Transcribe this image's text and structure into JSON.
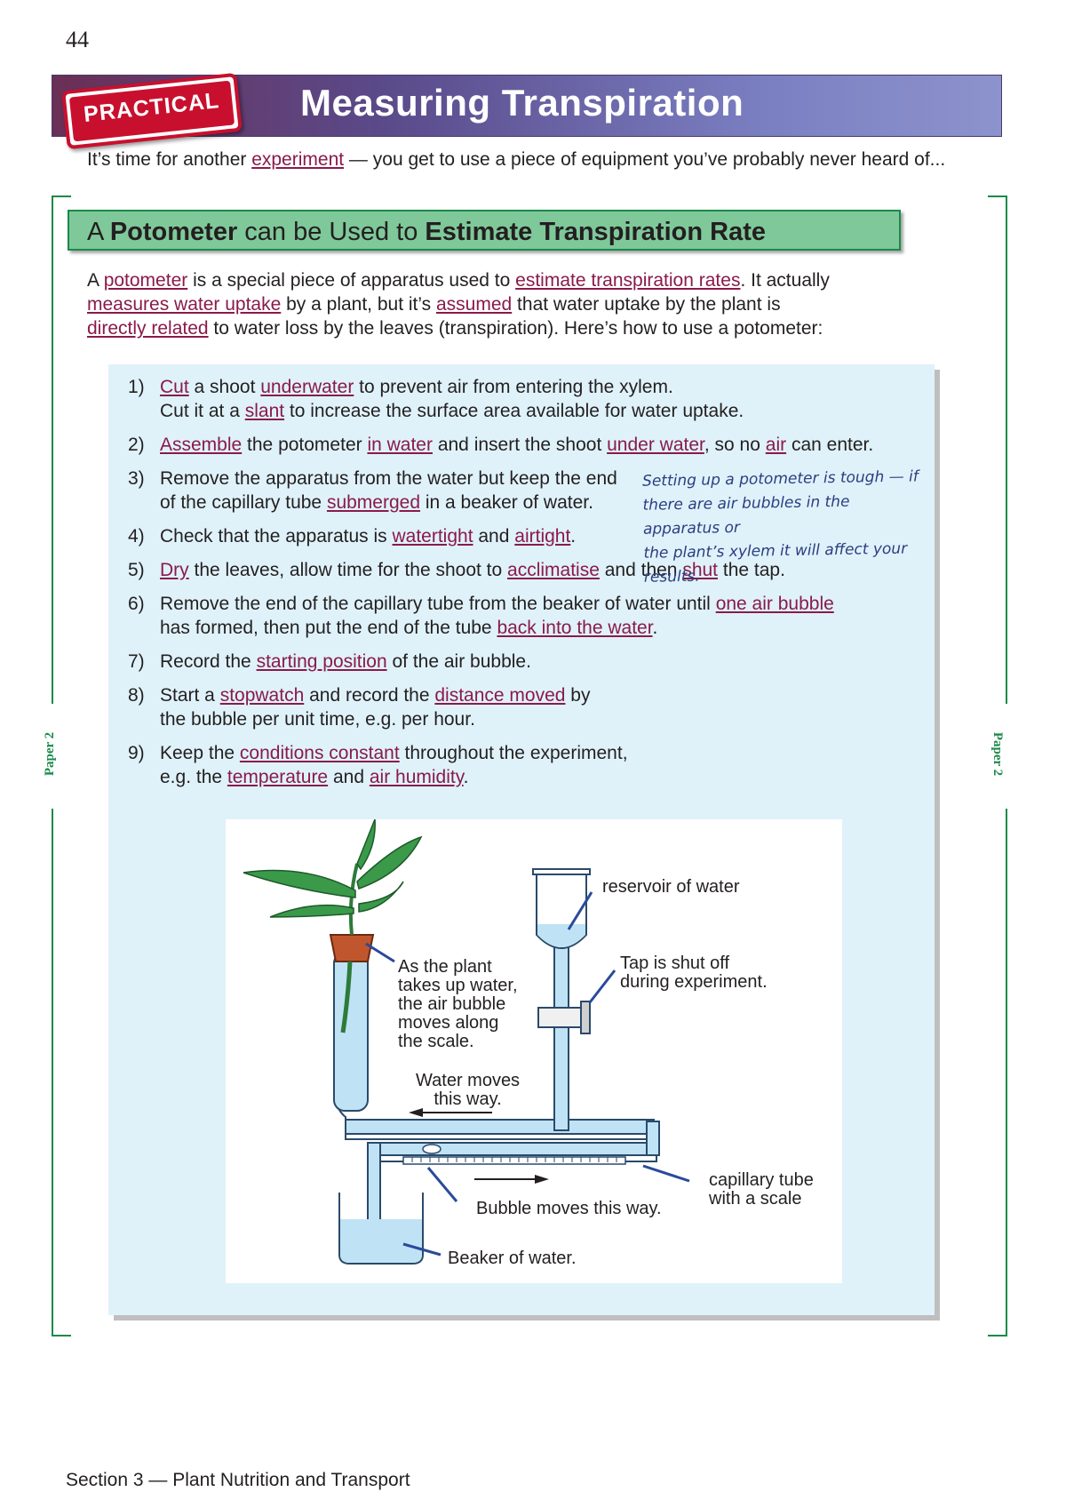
{
  "page_number": "44",
  "badge": "PRACTICAL",
  "title": "Measuring Transpiration",
  "intro": {
    "before": "It’s time for another ",
    "link": "experiment",
    "after": " — you get to use a piece of equipment you’ve probably never heard of..."
  },
  "side_label": "Paper 2",
  "heading": {
    "p1": "A ",
    "b1": "Potometer",
    "p2": " can be Used to ",
    "b2": "Estimate Transpiration Rate"
  },
  "paragraph": {
    "s1": "A ",
    "l1": "potometer",
    "s2": " is a special piece of apparatus used to ",
    "l2": "estimate transpiration rates",
    "s3": ".  It actually",
    "l3": "measures water uptake",
    "s4": " by a plant, but it’s ",
    "l4": "assumed",
    "s5": " that water uptake by the plant is",
    "l5": "directly related",
    "s6": " to water loss by the leaves (transpiration).  Here’s how to use a potometer:"
  },
  "steps": [
    {
      "num": "1)",
      "a": "",
      "l1": "Cut",
      "b": " a shoot ",
      "l2": "underwater",
      "c": " to prevent air from entering the xylem."
    },
    {
      "num": "",
      "a": "Cut it at a ",
      "l1": "slant",
      "b": " to increase the surface area available for water uptake."
    },
    {
      "num": "2)",
      "a": "",
      "l1": "Assemble",
      "b": " the potometer ",
      "l2": "in water",
      "c": " and insert the shoot ",
      "l3": "under water",
      "d": ", so no ",
      "l4": "air",
      "e": " can enter."
    },
    {
      "num": "3)",
      "a": "Remove the apparatus from the water but keep the end"
    },
    {
      "num": "",
      "a": "of the capillary tube ",
      "l1": "submerged",
      "b": " in a beaker of water."
    },
    {
      "num": "4)",
      "a": "Check that the apparatus is ",
      "l1": "watertight",
      "b": " and ",
      "l2": "airtight",
      "c": "."
    },
    {
      "num": "5)",
      "a": "",
      "l1": "Dry",
      "b": " the leaves, allow time for the shoot to ",
      "l2": "acclimatise",
      "c": " and then ",
      "l3": "shut",
      "d": " the tap."
    },
    {
      "num": "6)",
      "a": "Remove the end of the capillary tube from the beaker of water until ",
      "l1": "one air bubble"
    },
    {
      "num": "",
      "a": "has formed, then put the end of the tube ",
      "l1": "back into the water",
      "b": "."
    },
    {
      "num": "7)",
      "a": "Record the ",
      "l1": "starting position",
      "b": " of the air bubble."
    },
    {
      "num": "8)",
      "a": "Start a ",
      "l1": "stopwatch",
      "b": " and record the ",
      "l2": "distance moved",
      "c": " by"
    },
    {
      "num": "",
      "a": "the bubble per unit time, e.g. per hour."
    },
    {
      "num": "9)",
      "a": "Keep the ",
      "l1": "conditions constant",
      "b": " throughout the experiment,"
    },
    {
      "num": "",
      "a": "e.g. the ",
      "l1": "temperature",
      "b": " and ",
      "l2": "air humidity",
      "c": "."
    }
  ],
  "note": [
    "Setting up a potometer is tough —  if",
    "there are air bubbles in the apparatus or",
    "the plant’s xylem it will affect your results."
  ],
  "diagram": {
    "reservoir": "reservoir of water",
    "tap": [
      "Tap is shut off",
      "during experiment."
    ],
    "plant": [
      "As the plant",
      "takes up water,",
      "the air bubble",
      "moves along",
      "the scale."
    ],
    "water_moves": [
      "Water moves",
      "this way."
    ],
    "capillary": [
      "capillary tube",
      "with a scale"
    ],
    "bubble": "Bubble moves this way.",
    "beaker": "Beaker of water."
  },
  "footer": "Section 3 — Plant Nutrition and Transport"
}
